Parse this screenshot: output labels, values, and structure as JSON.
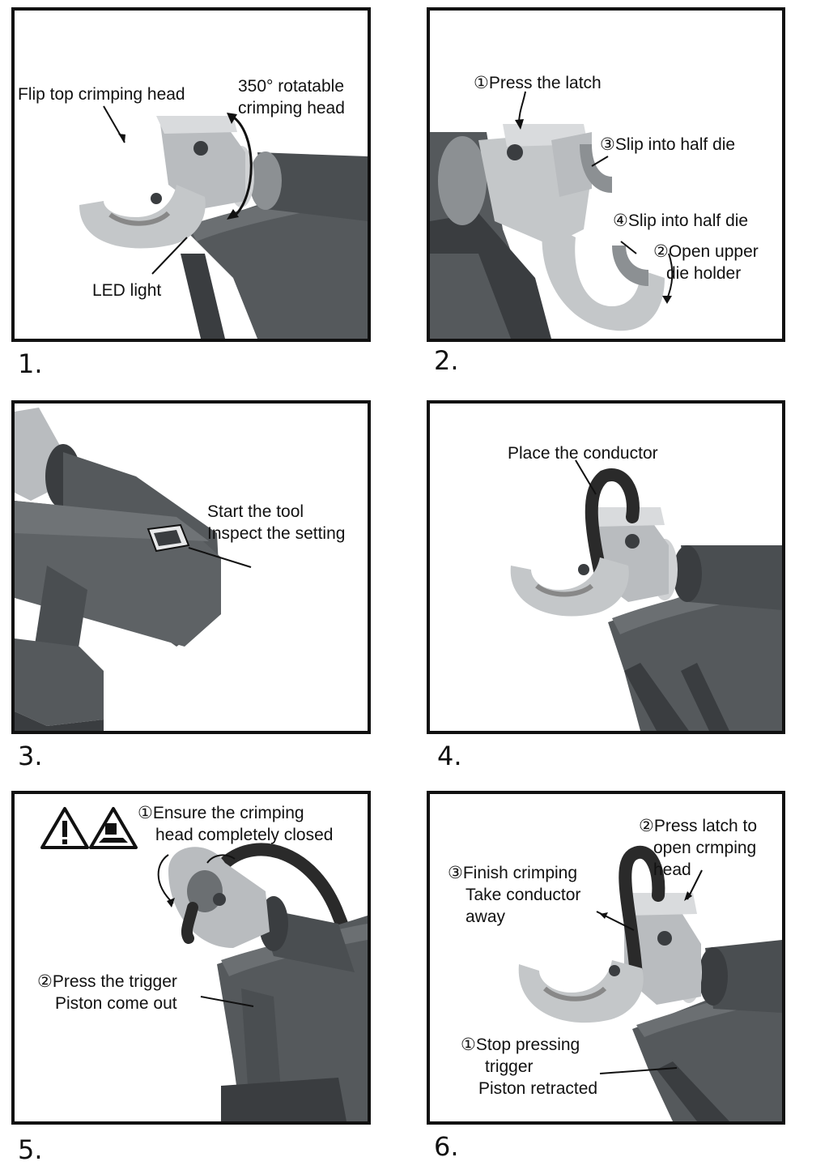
{
  "panels": [
    {
      "number": "1.",
      "labels": {
        "flip_head": "Flip top crimping head",
        "rotatable_line1": "350° rotatable",
        "rotatable_line2": "crimping head",
        "led": "LED light"
      }
    },
    {
      "number": "2.",
      "labels": {
        "press_latch": "①Press the latch",
        "slip_half_die_3": "③Slip into half die",
        "slip_half_die_4": "④Slip into half die",
        "open_upper_line1": "②Open upper",
        "open_upper_line2": "die holder"
      }
    },
    {
      "number": "3.",
      "labels": {
        "start_tool": "Start the tool",
        "inspect_setting": "Inspect the setting"
      }
    },
    {
      "number": "4.",
      "labels": {
        "place_conductor": "Place the conductor"
      }
    },
    {
      "number": "5.",
      "labels": {
        "ensure_line1": "①Ensure the crimping",
        "ensure_line2": "head completely closed",
        "press_trigger": "②Press the trigger",
        "piston_out": "Piston come out"
      }
    },
    {
      "number": "6.",
      "labels": {
        "press_latch_line1": "②Press latch to",
        "press_latch_line2": "open crmping",
        "press_latch_line3": "head",
        "finish_line1": "③Finish crimping",
        "finish_line2": "Take conductor",
        "finish_line3": "away",
        "stop_line1": "①Stop pressing",
        "stop_line2": "trigger",
        "stop_line3": "Piston retracted"
      }
    }
  ],
  "colors": {
    "tool_body": "#55595c",
    "tool_dark": "#3a3d40",
    "metal": "#b9bcbf",
    "metal_light": "#d9dbdd",
    "cable": "#2a2a2a"
  },
  "icons": [
    "warning-triangle-icon",
    "hand-crush-warning-icon"
  ]
}
